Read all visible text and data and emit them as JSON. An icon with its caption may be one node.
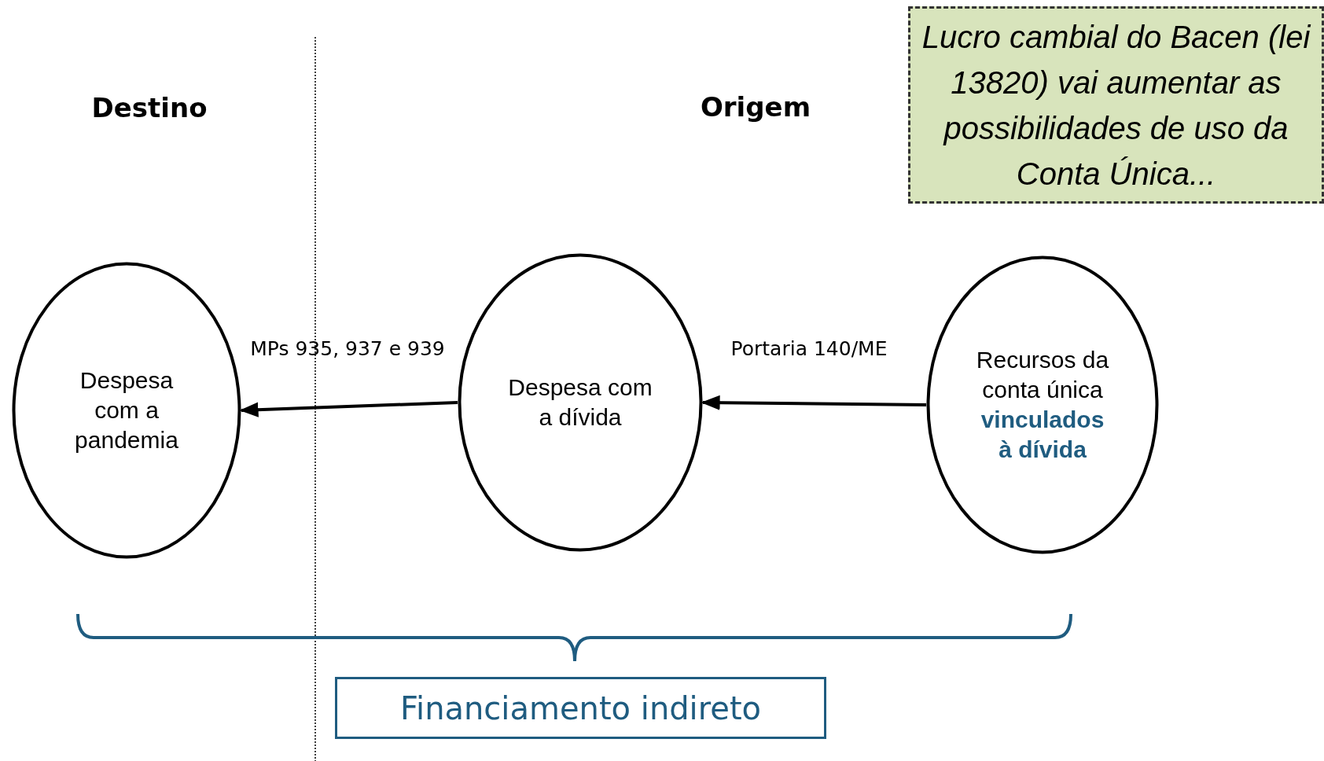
{
  "diagram": {
    "nodes": [
      {
        "text": [
          "Despesa com a pandemia"
        ]
      },
      {
        "text": [
          "Despesa com a dívida"
        ]
      },
      {
        "text": [
          "Recursos da conta única **vinculados à dívida**"
        ]
      },
      {
        "text": [
          "Lucro cambial do Bacen (lei 13820) vai aumentar as possibilidades de uso da Conta Única..."
        ]
      },
      {
        "text": [
          "Financiamento indireto"
        ]
      }
    ],
    "edges": [
      {
        "from": 1,
        "to": 0,
        "arrow": "to",
        "label": "MPs 935, 937 e 939"
      },
      {
        "from": 2,
        "to": 1,
        "arrow": "to",
        "label": "Portaria 140/ME"
      }
    ],
    "labels": [
      "Destino",
      "Origem"
    ]
  }
}
